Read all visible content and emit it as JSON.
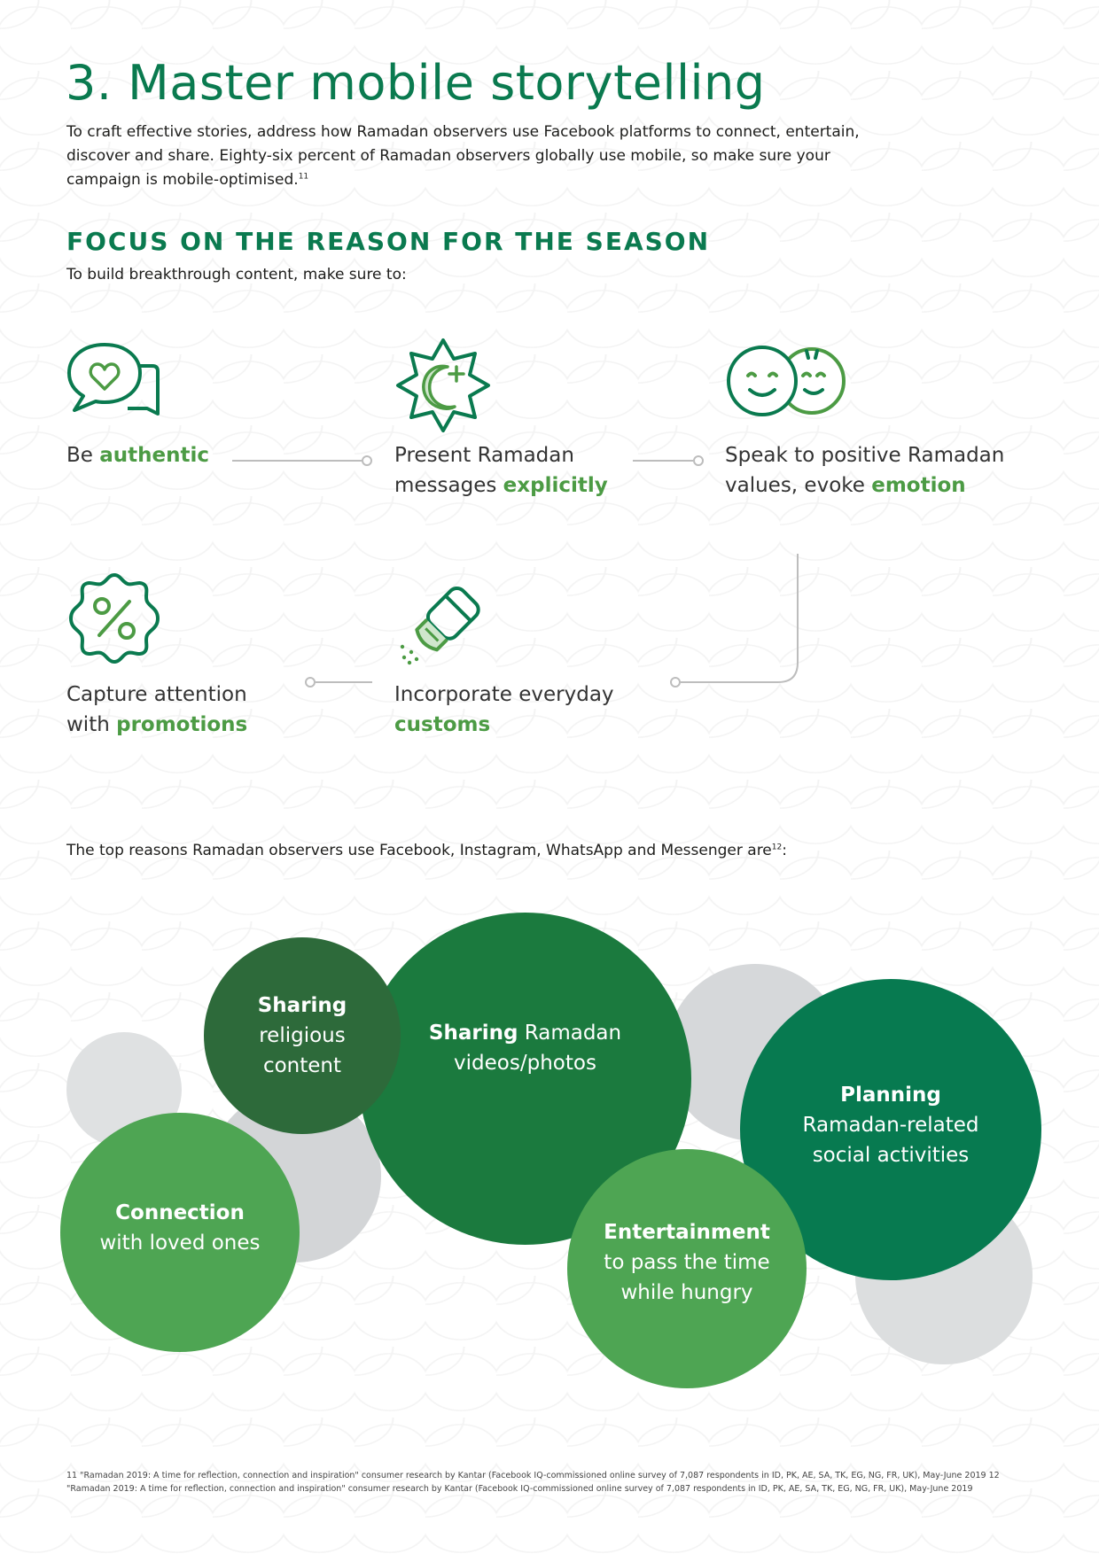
{
  "title": "3. Master mobile storytelling",
  "intro": {
    "text": "To craft effective stories, address how Ramadan observers use Facebook platforms to connect, entertain, discover and share. Eighty-six percent of Ramadan observers globally use mobile, so make sure your campaign is mobile-optimised.",
    "ref": "11"
  },
  "section": {
    "heading": "FOCUS ON THE REASON FOR THE SEASON",
    "subheading": "To build breakthrough content, make sure to:"
  },
  "tips": [
    {
      "icon": "heart-speech-bubble-icon",
      "line1_pre": "Be ",
      "line1_bold": "authentic",
      "line2_pre": "",
      "line2_bold": ""
    },
    {
      "icon": "crescent-moon-star-icon",
      "line1_pre": "Present Ramadan",
      "line1_bold": "",
      "line2_pre": "messages ",
      "line2_bold": "explicitly"
    },
    {
      "icon": "smiley-faces-icon",
      "line1_pre": "Speak to positive Ramadan",
      "line1_bold": "",
      "line2_pre": "values, evoke ",
      "line2_bold": "emotion"
    },
    {
      "icon": "percent-badge-icon",
      "line1_pre": "Capture attention",
      "line1_bold": "",
      "line2_pre": "with ",
      "line2_bold": "promotions"
    },
    {
      "icon": "salt-shaker-icon",
      "line1_pre": "Incorporate everyday",
      "line1_bold": "",
      "line2_pre": "",
      "line2_bold": "customs"
    }
  ],
  "reasons": {
    "intro": "The top reasons Ramadan observers use Facebook, Instagram, WhatsApp and Messenger are",
    "ref": "12",
    "bubbles": [
      {
        "bold": "Sharing",
        "rest": "religious content"
      },
      {
        "bold": "Sharing",
        "rest": "Ramadan videos/photos"
      },
      {
        "bold": "Planning",
        "rest": "Ramadan-related social activities"
      },
      {
        "bold": "Connection",
        "rest": "with loved ones"
      },
      {
        "bold": "Entertainment",
        "rest": "to pass the time while hungry"
      }
    ]
  },
  "footnote": "11 \"Ramadan 2019: A time for reflection, connection and inspiration\" consumer research by Kantar (Facebook IQ-commissioned online survey of 7,087 respondents in ID, PK, AE, SA, TK, EG, NG, FR, UK), May-June 2019 12 \"Ramadan 2019: A time for reflection, connection and inspiration\" consumer research by Kantar (Facebook IQ-commissioned online survey of 7,087 respondents in ID, PK, AE, SA, TK, EG, NG, FR, UK), May-June 2019",
  "colors": {
    "brand_green": "#0a7a4f",
    "accent_green": "#4c9b44",
    "dark_green": "#2d6a3a",
    "mid_green": "#1b7a3e",
    "teal_green": "#077a50",
    "light_green": "#4ea553",
    "grey": "#d6d8da"
  }
}
